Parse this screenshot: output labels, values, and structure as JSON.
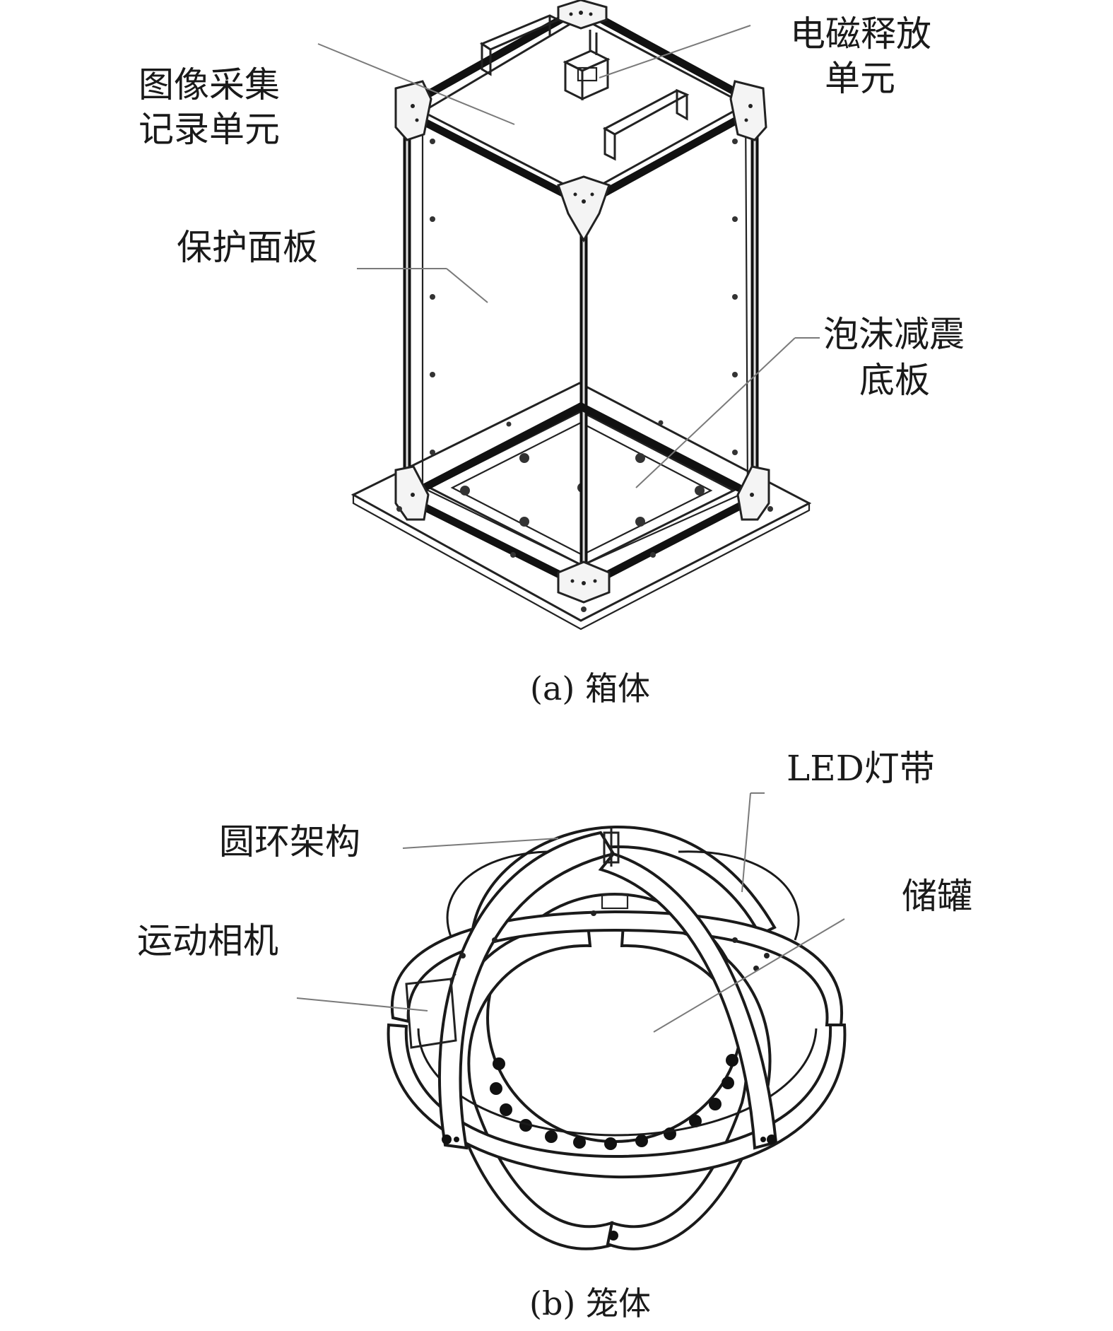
{
  "panel_a": {
    "caption": "(a) 箱体",
    "labels": {
      "image_unit_line1": "图像采集",
      "image_unit_line2": "记录单元",
      "em_release_line1": "电磁释放",
      "em_release_line2": "单元",
      "protective_panel": "保护面板",
      "foam_base_line1": "泡沫减震",
      "foam_base_line2": "底板"
    }
  },
  "panel_b": {
    "caption": "(b) 笼体",
    "labels": {
      "led_strip": "LED灯带",
      "ring_frame": "圆环架构",
      "storage_tank": "储罐",
      "action_camera": "运动相机"
    }
  }
}
